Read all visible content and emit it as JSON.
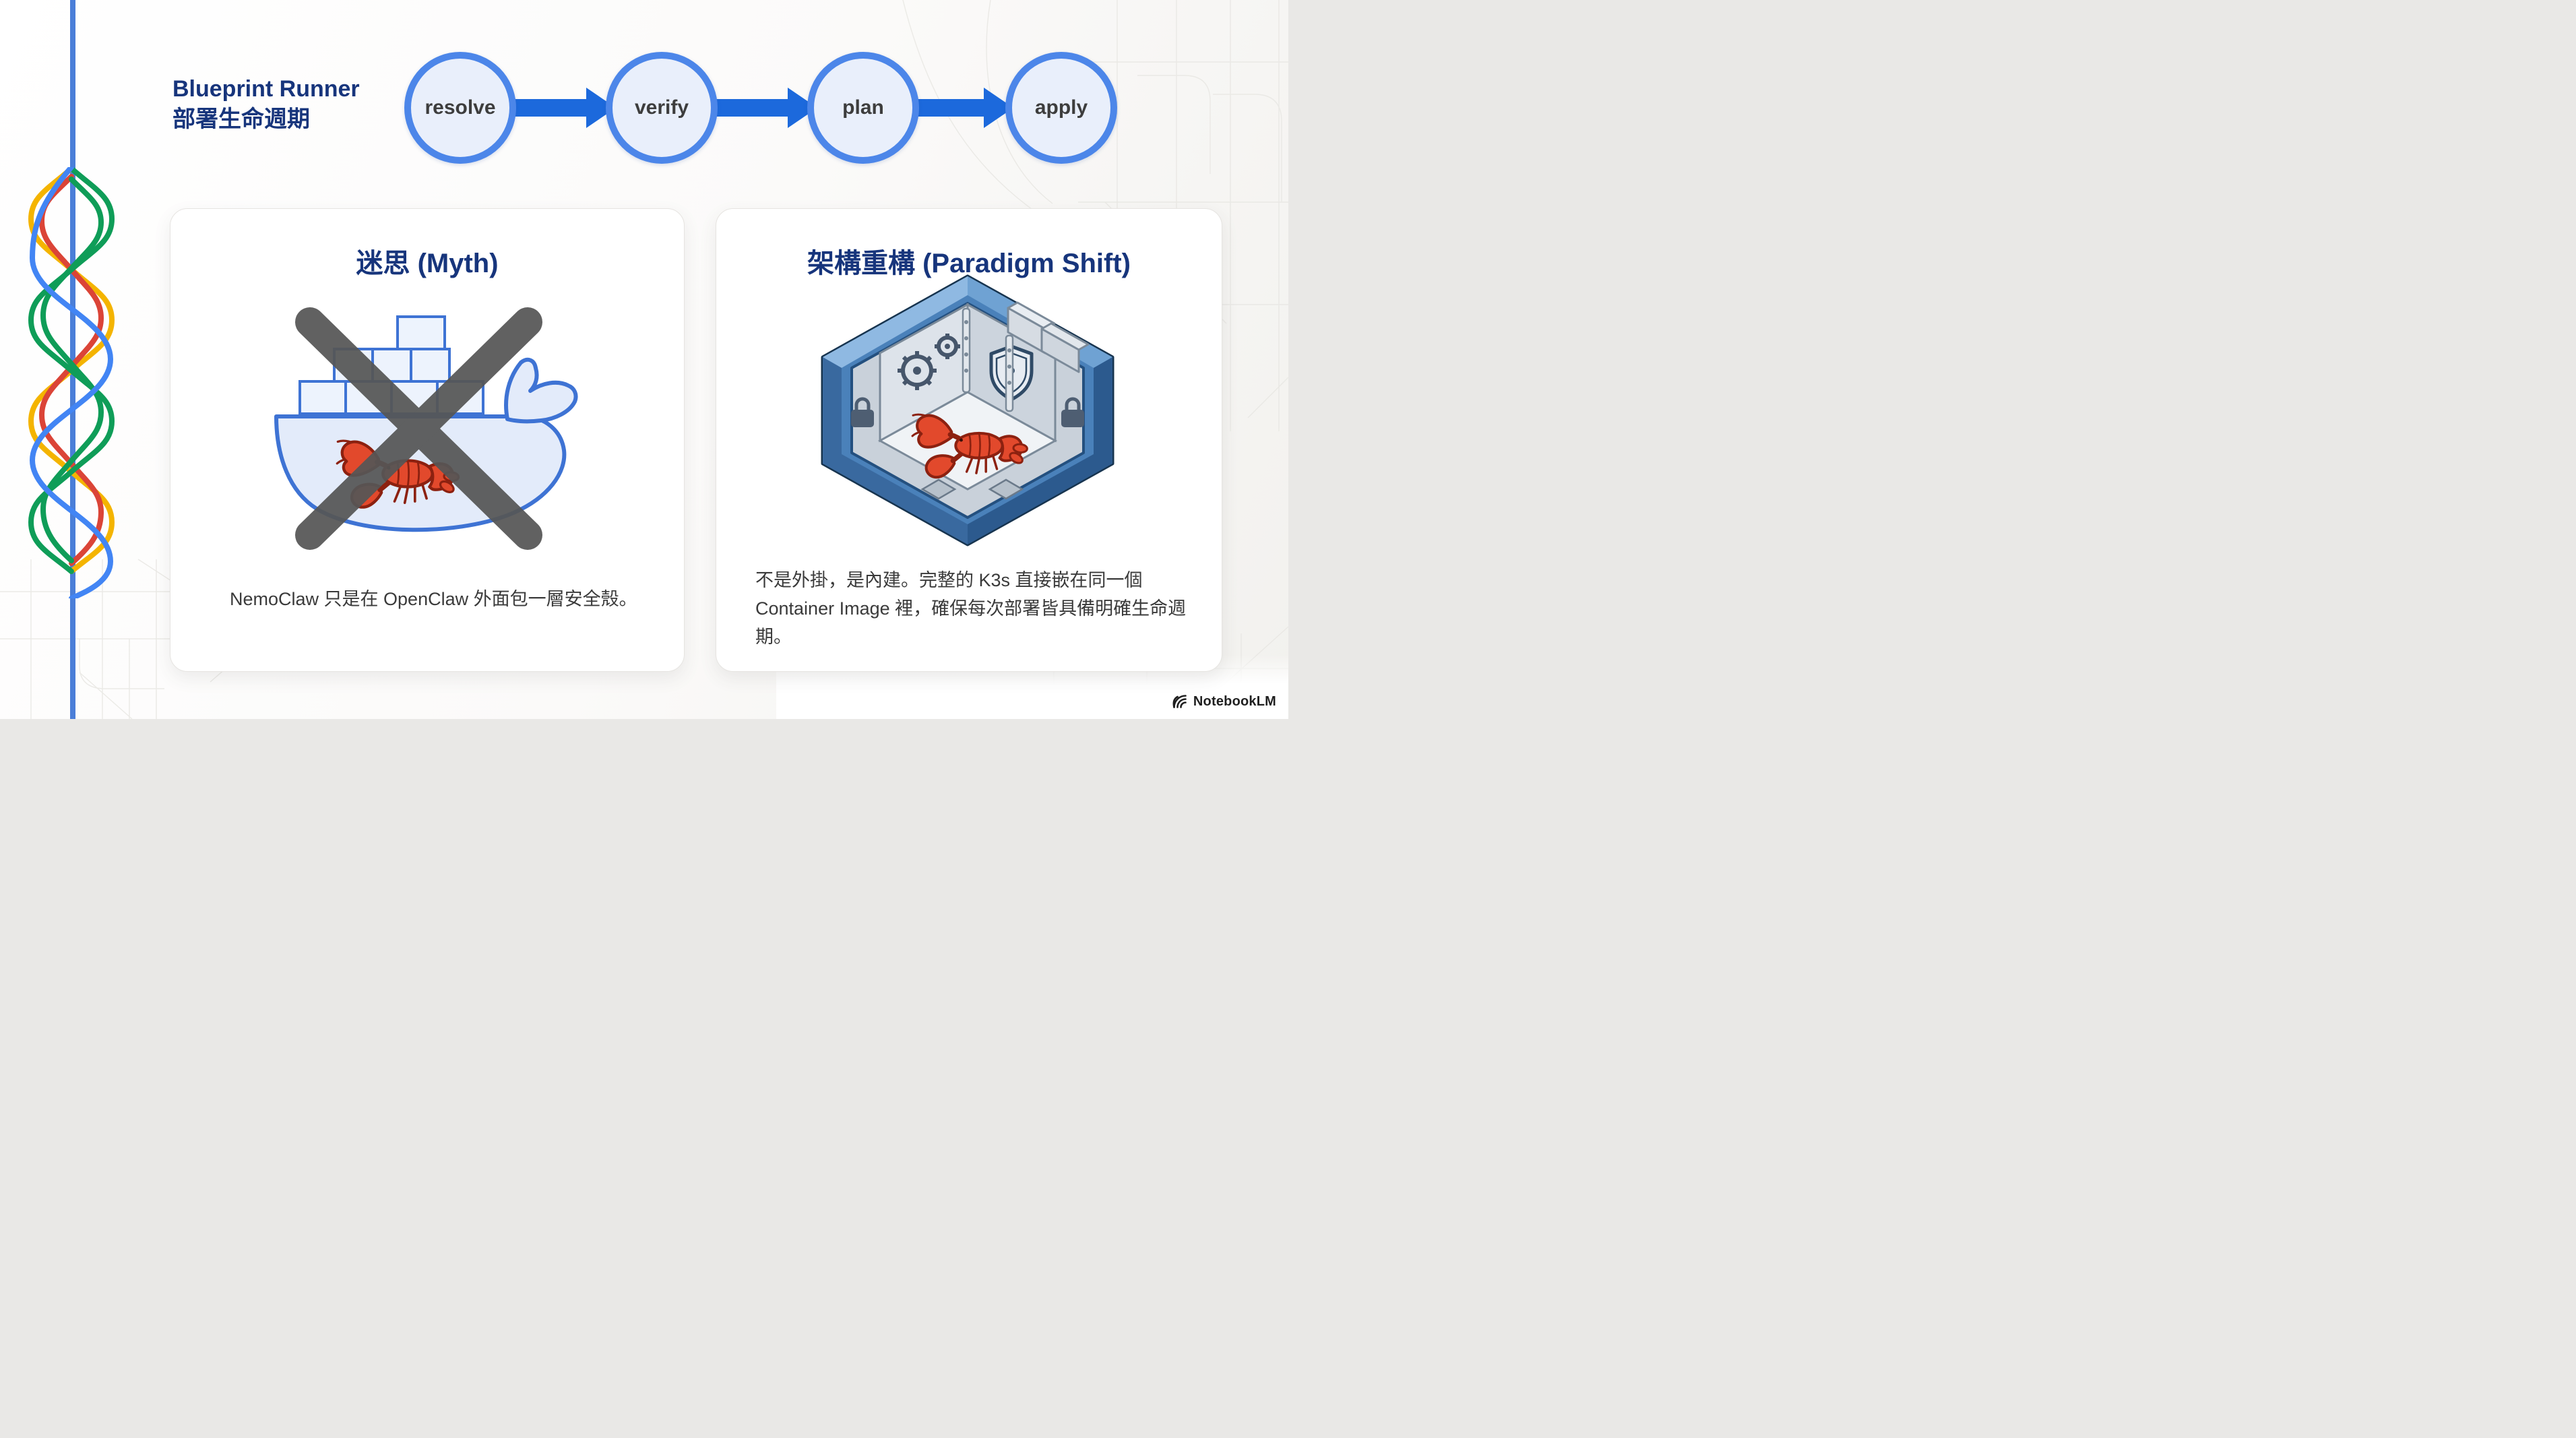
{
  "page": {
    "background": "#fbfaf9",
    "accent_blue": "#1c69dc",
    "navy": "#17357c",
    "google_colors": {
      "blue": "#4285f4",
      "red": "#db4437",
      "yellow": "#f4b400",
      "green": "#0f9d58"
    }
  },
  "header": {
    "title_line1": "Blueprint Runner",
    "title_line2": "部署生命週期"
  },
  "pipeline": {
    "steps": [
      {
        "label": "resolve"
      },
      {
        "label": "verify"
      },
      {
        "label": "plan"
      },
      {
        "label": "apply"
      }
    ],
    "circle_fill": "#e9effb",
    "circle_border": "#4c86e9",
    "arrow_color": "#1c69dc",
    "label_color": "#3d3d3d"
  },
  "cards": [
    {
      "title": "迷思 (Myth)",
      "body": "NemoClaw 只是在 OpenClaw 外面包一層安全殼。",
      "illustration": "docker-whale-with-lobster-crossed-out"
    },
    {
      "title": "架構重構 (Paradigm Shift)",
      "body": "不是外掛，是內建。完整的 K3s 直接嵌在同一個 Container Image 裡，確保每次部署皆具備明確生命週期。",
      "illustration": "isometric-secure-vault-with-lobster"
    }
  ],
  "footer": {
    "brand": "NotebookLM"
  }
}
